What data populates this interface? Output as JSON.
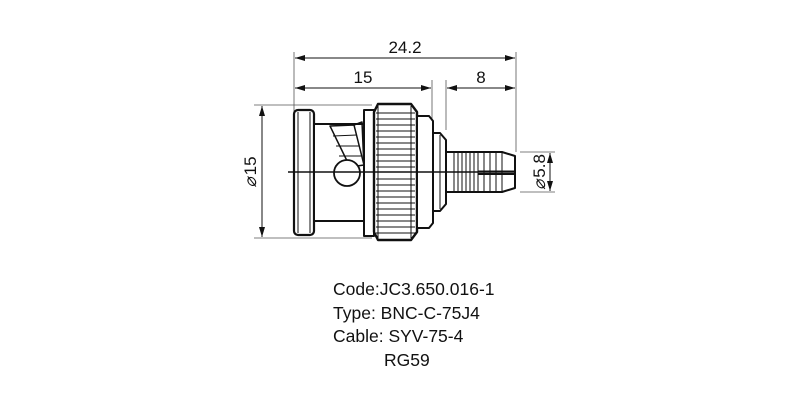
{
  "drawing": {
    "subject": "BNC male crimp connector",
    "dimensions": {
      "overall_length": "24.2",
      "body_length": "15",
      "crimp_length": "8",
      "body_diameter": "15",
      "crimp_diameter": "5.8",
      "diameter_symbol": "⌀"
    }
  },
  "spec": {
    "code": "Code:JC3.650.016-1",
    "type": "Type: BNC-C-75J4",
    "cable": "Cable: SYV-75-4",
    "cable_alt": "RG59"
  }
}
